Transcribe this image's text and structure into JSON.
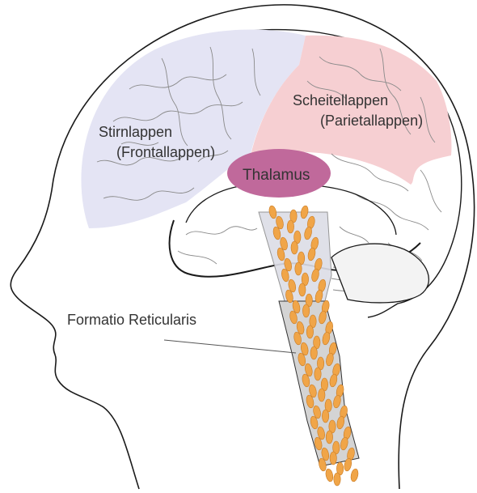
{
  "labels": {
    "frontal_line1": "Stirnlappen",
    "frontal_line2": "(Frontallappen)",
    "parietal_line1": "Scheitellappen",
    "parietal_line2": "(Parietallappen)",
    "thalamus": "Thalamus",
    "reticular": "Formatio Reticularis"
  },
  "colors": {
    "frontal_lobe": "#e4e4f4",
    "parietal_lobe": "#f6cfd2",
    "thalamus": "#c0699b",
    "brainstem": "#d4d4d4",
    "reticular_cells": "#f0a548",
    "outline": "#1a1a1a"
  }
}
